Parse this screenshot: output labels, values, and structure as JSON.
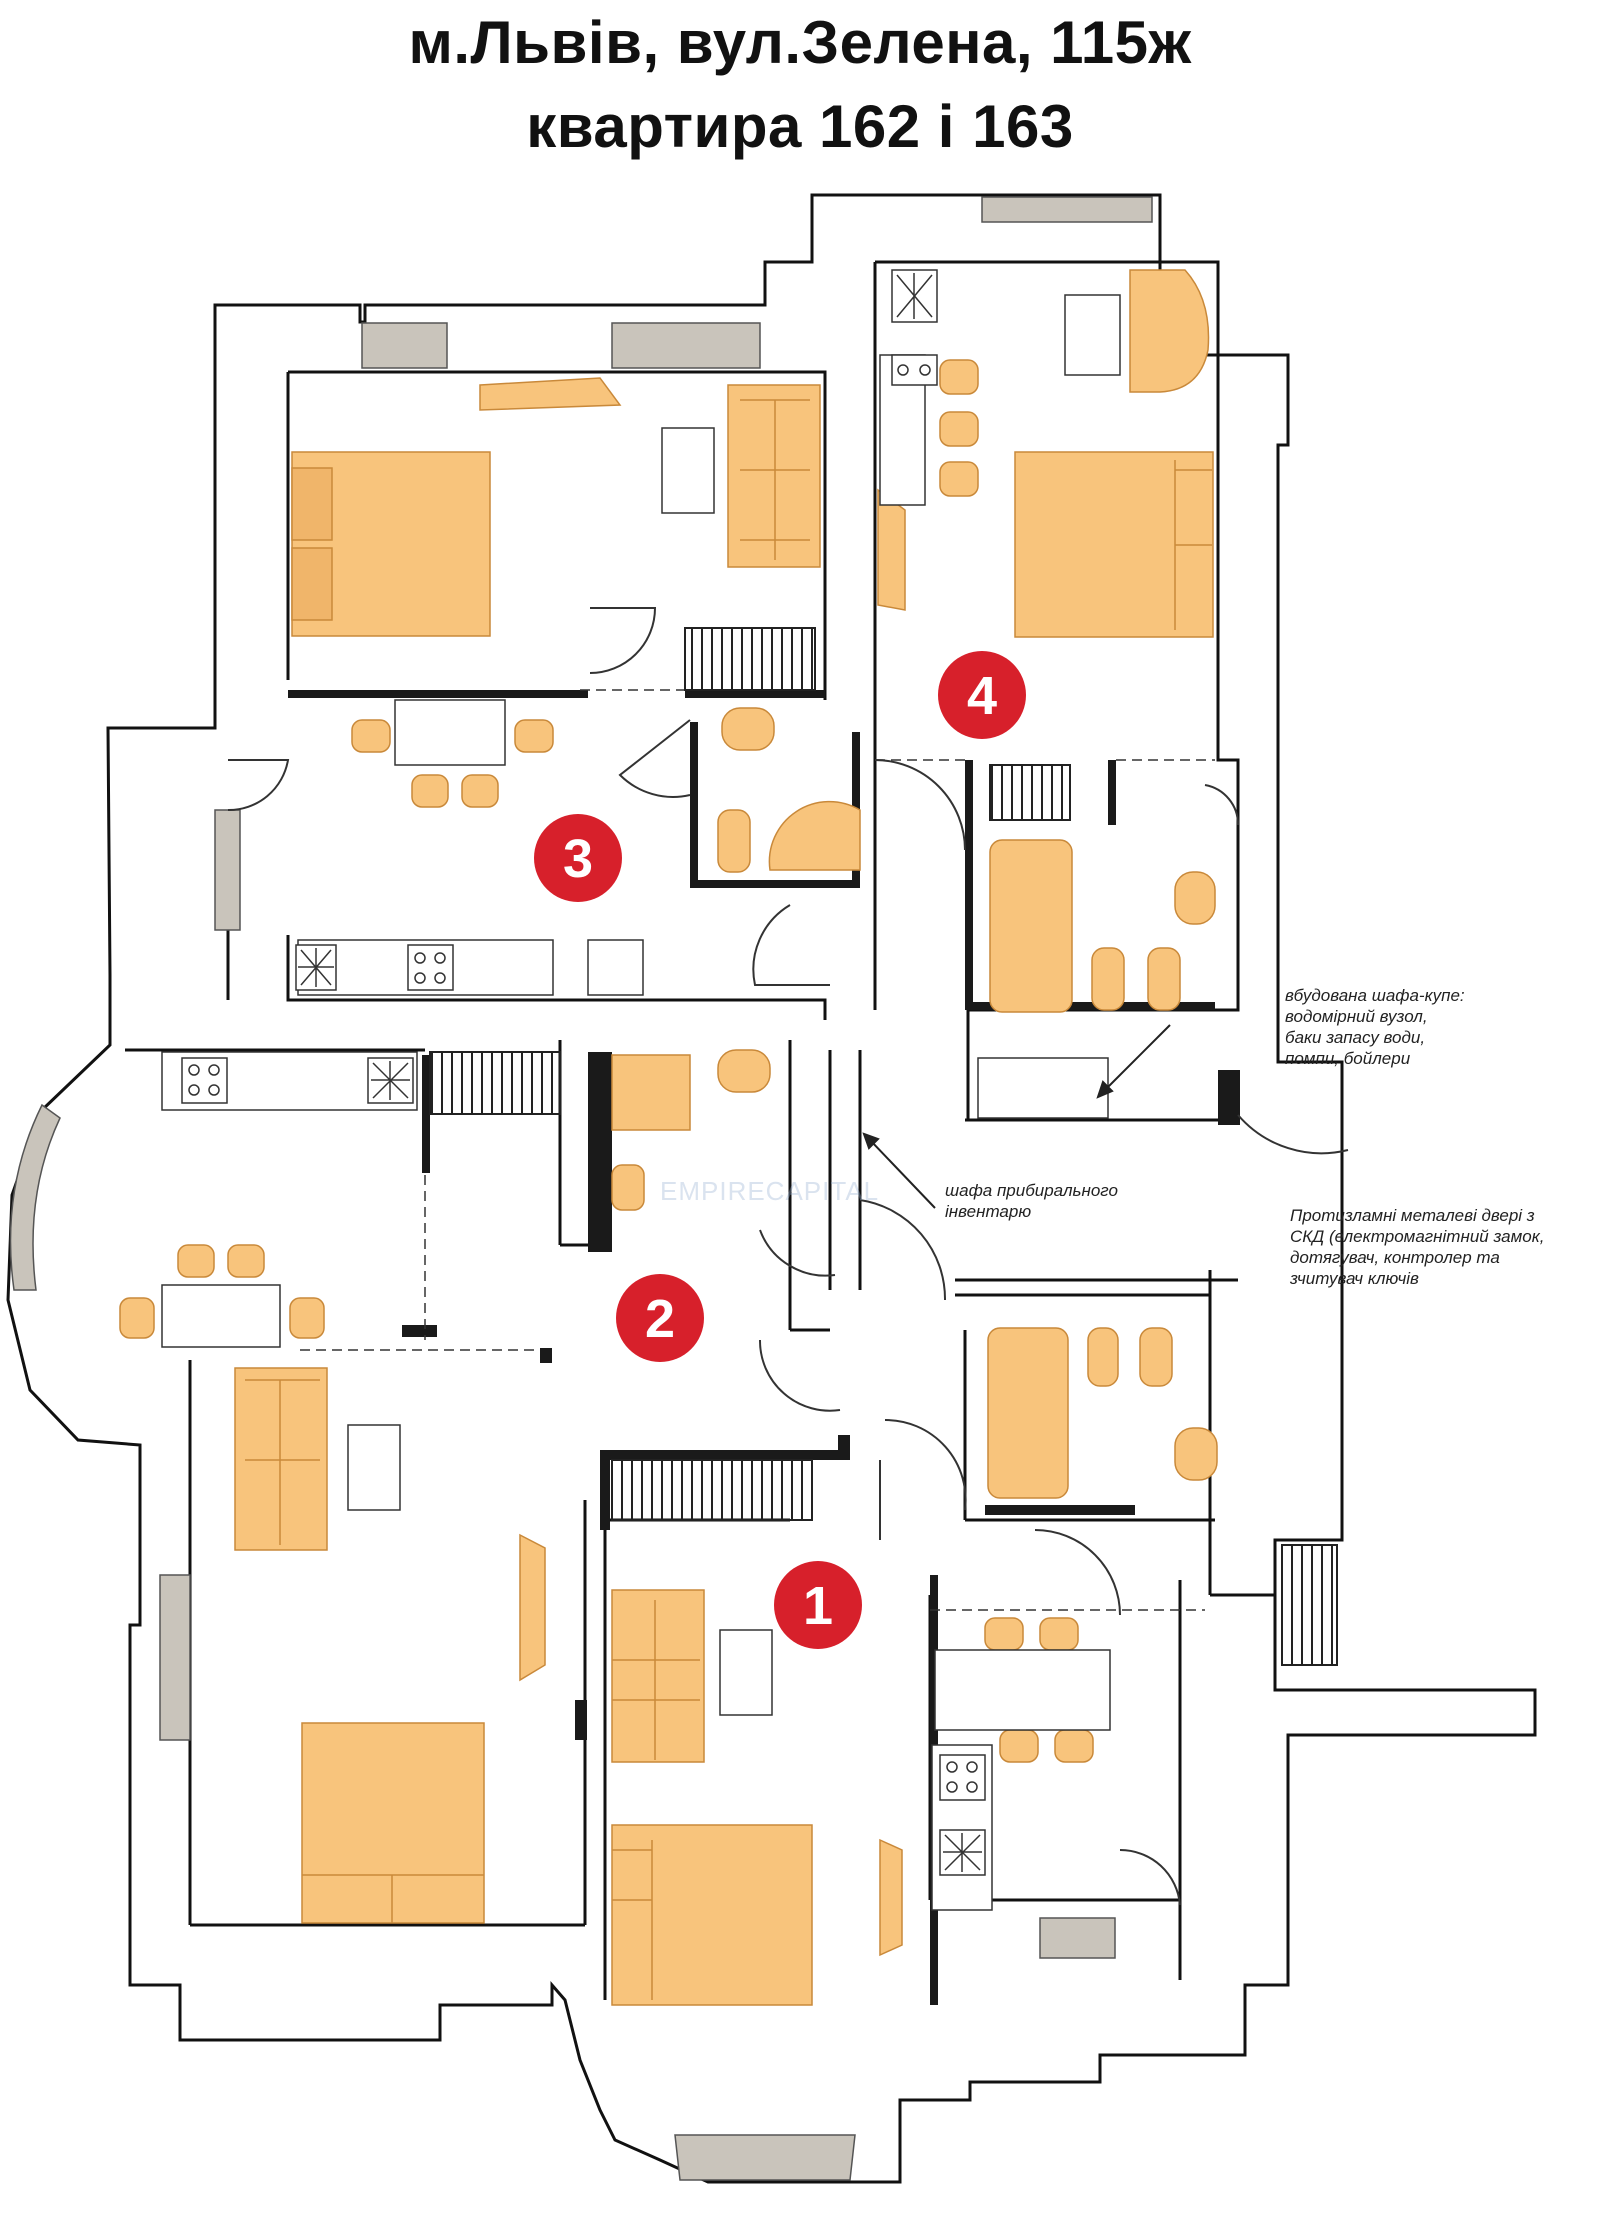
{
  "header": {
    "line1": "м.Львів, вул.Зелена, 115ж",
    "line2": "квартира 162 і 163"
  },
  "rooms": [
    {
      "number": "1"
    },
    {
      "number": "2"
    },
    {
      "number": "3"
    },
    {
      "number": "4"
    }
  ],
  "notes": {
    "closet": [
      "вбудована шафа-купе:",
      "водомірний вузол,",
      "баки запасу води,",
      "помпи, бойлери"
    ],
    "cleaning": [
      "шафа прибирального",
      "інвентарю"
    ],
    "door": [
      "Протизламні металеві двері з",
      "СКД (електромагнітний замок,",
      "дотягувач, контролер та",
      "зчитувач ключів"
    ]
  },
  "watermark": "EMPIRECAPITAL",
  "colors": {
    "furniture": "#f8c47c",
    "furniture_stroke": "#c9893a",
    "wall": "#1a1a1a",
    "window": "#c9c4bb",
    "badge": "#d7202b"
  }
}
